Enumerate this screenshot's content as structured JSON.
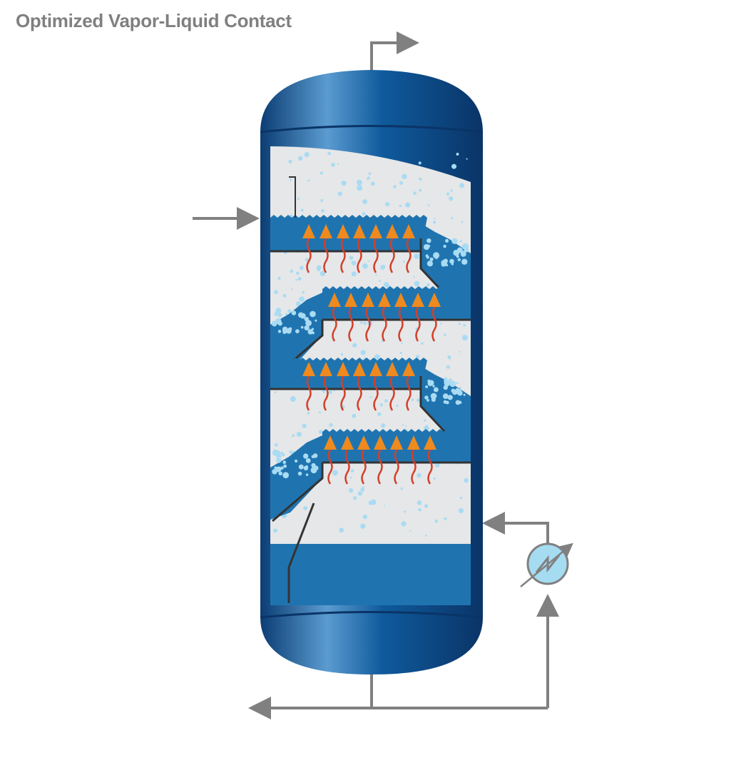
{
  "title": "Optimized Vapor-Liquid Contact",
  "colors": {
    "vessel_dark": "#0a3a6e",
    "vessel_mid": "#0f5a9c",
    "vessel_light": "#5b9bd0",
    "liquid": "#1f74b0",
    "interior": "#e6e7e8",
    "bubble": "#a9dbf3",
    "vapor_arrow": "#ef8a1e",
    "vapor_line": "#d2402a",
    "pipe": "#808080",
    "exchanger": "#a6dcf2"
  },
  "diagram": {
    "tray_count": 4,
    "vapor_arrows_per_tray": 7,
    "streams": [
      "overhead-vapor-outlet",
      "feed-inlet",
      "bottoms-outlet",
      "reboiler-return"
    ]
  }
}
